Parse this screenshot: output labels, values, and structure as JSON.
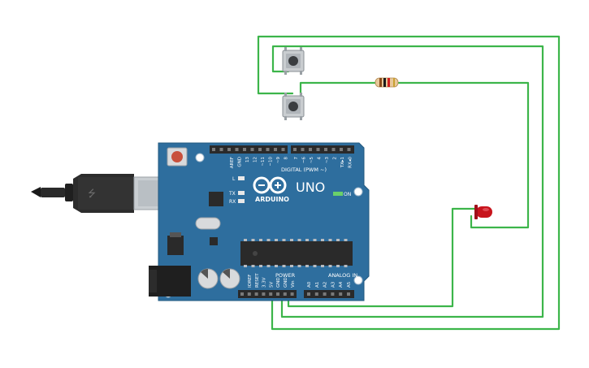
{
  "board": {
    "brand": "ARDUINO",
    "model": "UNO",
    "on_label": "ON",
    "digital_label": "DIGITAL (PWM ~)",
    "analog_label": "ANALOG IN",
    "power_label": "POWER",
    "l_label": "L",
    "tx_label": "TX",
    "rx_label": "RX",
    "top_pins": [
      "AREF",
      "GND",
      "13",
      "12",
      "~11",
      "~10",
      "~9",
      "8",
      "7",
      "~6",
      "~5",
      "4",
      "~3",
      "2",
      "TX▸1",
      "RX◂0"
    ],
    "power_pins": [
      "IOREF",
      "RESET",
      "3.3V",
      "5V",
      "GND",
      "GND",
      "Vin"
    ],
    "analog_pins": [
      "A0",
      "A1",
      "A2",
      "A3",
      "A4",
      "A5"
    ]
  },
  "colors": {
    "board": "#2e6e9e",
    "wire": "#3cb54a",
    "led": "#c8141c",
    "header": "#2a2a2a",
    "reset_button": "#c8503c"
  },
  "components": {
    "button_top": "pushbutton",
    "button_bottom": "pushbutton",
    "resistor": "resistor",
    "led": "red-led",
    "usb": "usb-cable"
  }
}
